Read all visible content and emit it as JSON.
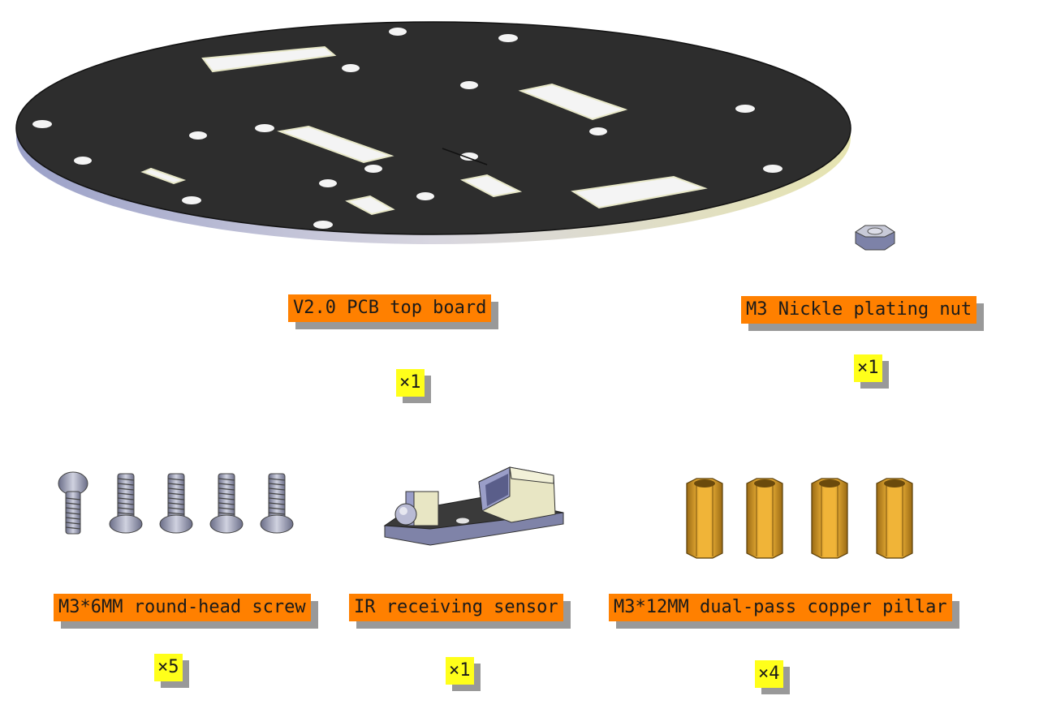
{
  "parts": [
    {
      "label": "V2.0 PCB top board",
      "qty": "×1"
    },
    {
      "label": "M3 Nickle plating nut",
      "qty": "×1"
    },
    {
      "label": "M3*6MM round-head screw",
      "qty": "×5"
    },
    {
      "label": "IR receiving sensor",
      "qty": "×1"
    },
    {
      "label": "M3*12MM dual-pass copper pillar",
      "qty": "×4"
    }
  ],
  "colors": {
    "label_bg": "#ff8000",
    "qty_bg": "#ffff1a",
    "board": "#2b2b2b",
    "copper": "#e0a030"
  },
  "icons": [
    "pcb-board-icon",
    "hex-nut-icon",
    "screw-icon",
    "ir-sensor-icon",
    "copper-pillar-icon"
  ]
}
